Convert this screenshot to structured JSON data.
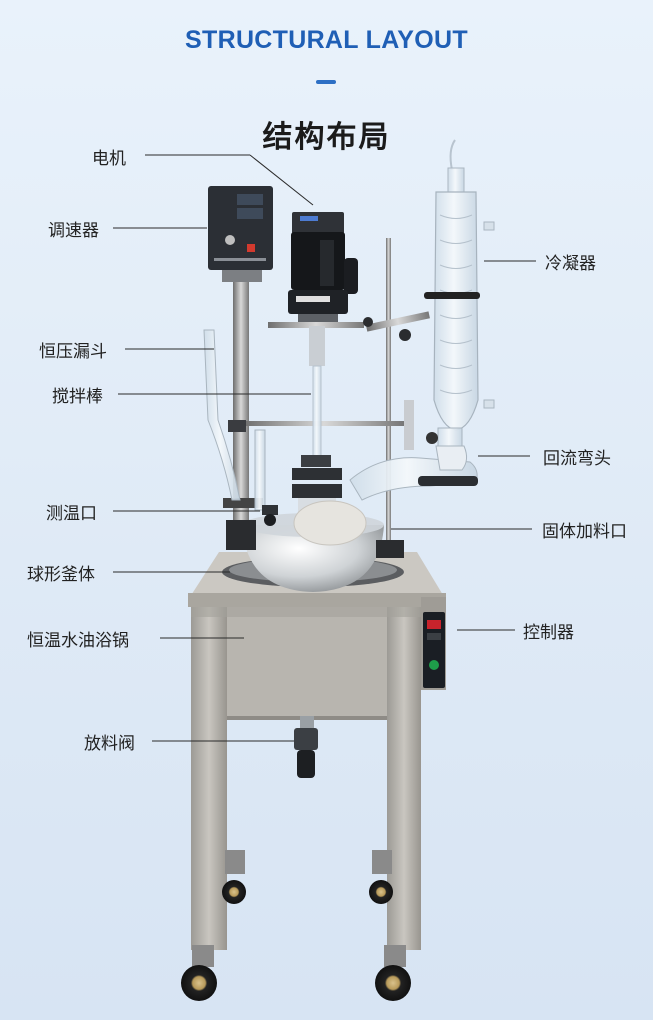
{
  "header": {
    "title_en": "STRUCTURAL LAYOUT",
    "title_cn": "结构布局"
  },
  "panel": {
    "lines": [
      "",
      ""
    ]
  },
  "labels": {
    "motor": "电机",
    "speed_controller": "调速器",
    "funnel": "恒压漏斗",
    "stirring_rod": "搅拌棒",
    "thermometer_port": "测温口",
    "vessel": "球形釜体",
    "bath": "恒温水油浴锅",
    "discharge_valve": "放料阀",
    "condenser": "冷凝器",
    "reflux_elbow": "回流弯头",
    "solid_feed_port": "固体加料口",
    "controller": "控制器"
  },
  "colors": {
    "title_blue": "#1f5fb5",
    "bath_grey": "#b3b0aa",
    "controller_panel": "#1a1e24",
    "leader_line": "#2a2a2a",
    "glass": "#dfe9f1"
  }
}
